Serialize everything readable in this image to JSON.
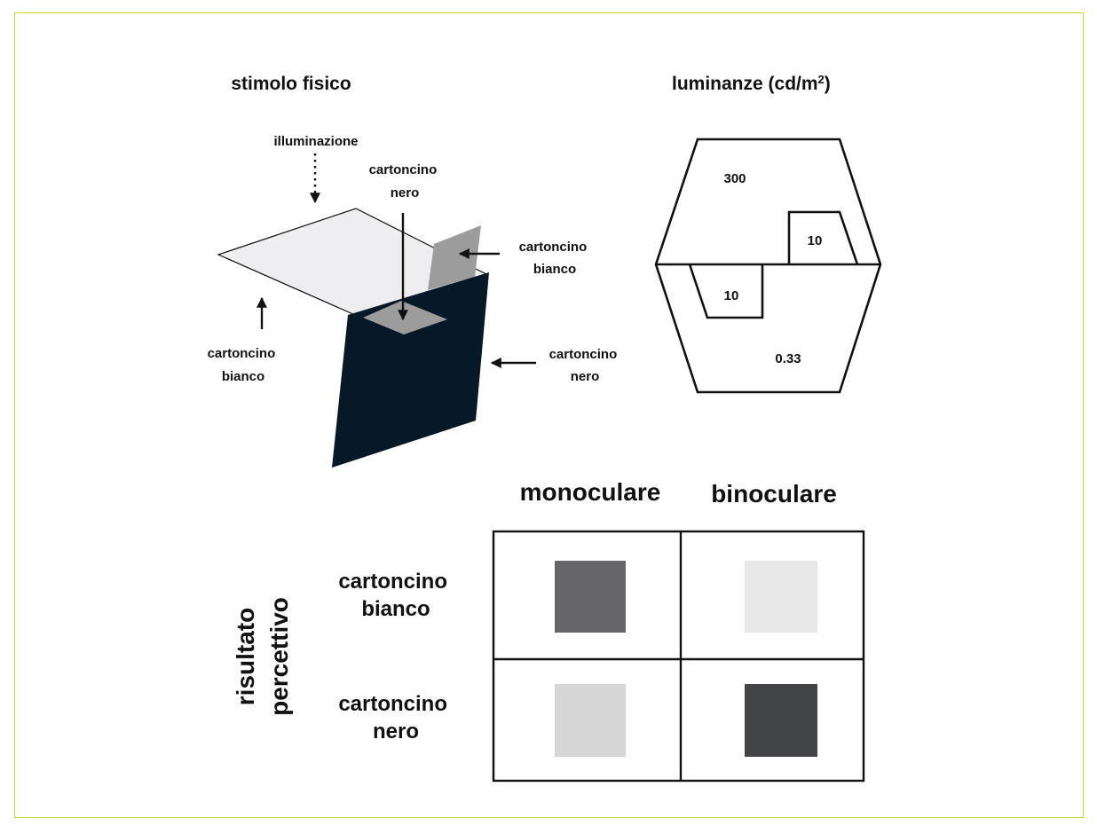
{
  "stimulus": {
    "title": "stimolo fisico",
    "illumination": "illuminazione",
    "top_black_label": [
      "cartoncino",
      "nero"
    ],
    "right_white_label": [
      "cartoncino",
      "bianco"
    ],
    "left_white_label": [
      "cartoncino",
      "bianco"
    ],
    "right_black_label": [
      "cartoncino",
      "nero"
    ]
  },
  "luminance": {
    "title_main": "luminanze (cd/m",
    "title_sup": "2",
    "title_close": ")",
    "values": {
      "top": "300",
      "top_inset": "10",
      "bottom_inset": "10",
      "bottom": "0.33"
    }
  },
  "results": {
    "side_label": [
      "risultato",
      "percettivo"
    ],
    "columns": [
      "monoculare",
      "binoculare"
    ],
    "rows": [
      {
        "label": [
          "cartoncino",
          "bianco"
        ],
        "swatches": [
          "#666668",
          "#e8e8e8"
        ]
      },
      {
        "label": [
          "cartoncino",
          "nero"
        ],
        "swatches": [
          "#d6d6d7",
          "#434447"
        ]
      }
    ]
  },
  "colors": {
    "frame": "#c6d63a",
    "white_card": "#eeeef0",
    "gray_card": "#9c9c9c",
    "black_card": "#071927"
  }
}
